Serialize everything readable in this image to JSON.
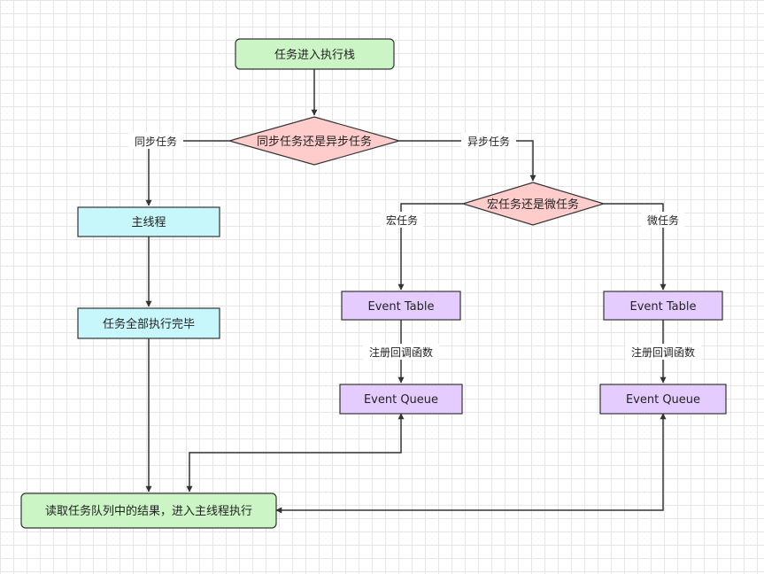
{
  "nodes": {
    "start": "任务进入执行栈",
    "decision_sync": "同步任务还是异步任务",
    "main_thread": "主线程",
    "main_done": "任务全部执行完毕",
    "decision_macro": "宏任务还是微任务",
    "macro_table": "Event Table",
    "macro_queue": "Event Queue",
    "micro_table": "Event Table",
    "micro_queue": "Event Queue",
    "read_queue": "读取任务队列中的结果，进入主线程执行"
  },
  "edges": {
    "sync": "同步任务",
    "async": "异步任务",
    "macro": "宏任务",
    "micro": "微任务",
    "register_macro": "注册回调函数",
    "register_micro": "注册回调函数"
  },
  "colors": {
    "start_fill": "#ccf5c6",
    "decision_fill": "#ffcccc",
    "thread_fill": "#c8f7fb",
    "event_fill": "#e5ccff",
    "stroke": "#333333"
  }
}
